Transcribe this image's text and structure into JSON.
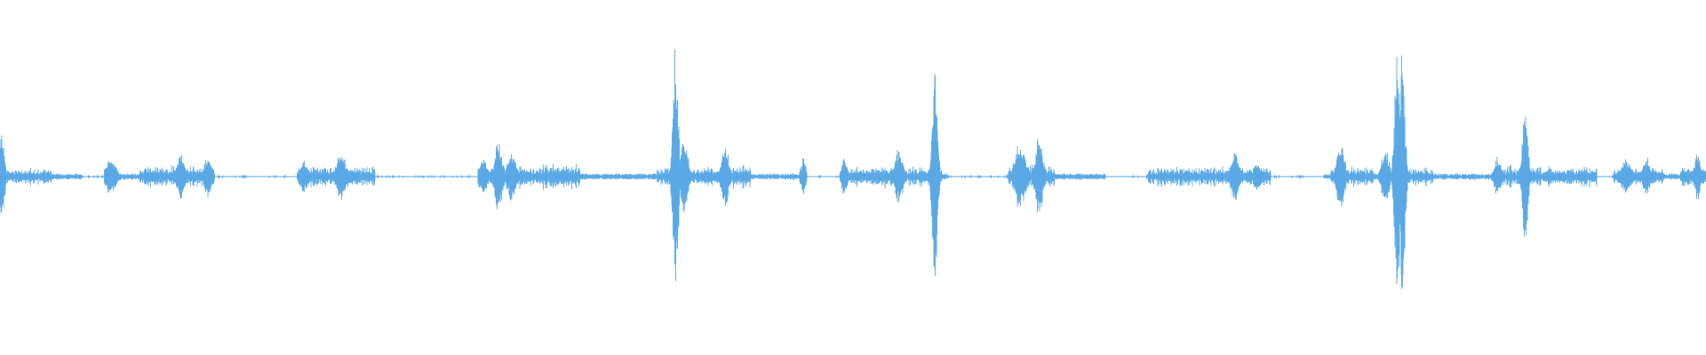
{
  "waveform": {
    "color": "#5aa9e6",
    "background": "#ffffff",
    "silence_gaps": [
      {
        "start": 0.048,
        "end": 0.061
      },
      {
        "start": 0.126,
        "end": 0.174
      },
      {
        "start": 0.22,
        "end": 0.28
      },
      {
        "start": 0.473,
        "end": 0.492
      },
      {
        "start": 0.556,
        "end": 0.59
      },
      {
        "start": 0.648,
        "end": 0.672
      },
      {
        "start": 0.745,
        "end": 0.776
      },
      {
        "start": 0.936,
        "end": 0.945
      }
    ],
    "activity_regions": [
      {
        "start": 0.0,
        "end": 0.03,
        "level": 0.22
      },
      {
        "start": 0.062,
        "end": 0.07,
        "level": 0.16
      },
      {
        "start": 0.082,
        "end": 0.125,
        "level": 0.35
      },
      {
        "start": 0.175,
        "end": 0.22,
        "level": 0.3
      },
      {
        "start": 0.281,
        "end": 0.34,
        "level": 0.42
      },
      {
        "start": 0.385,
        "end": 0.44,
        "level": 0.32
      },
      {
        "start": 0.493,
        "end": 0.552,
        "level": 0.28
      },
      {
        "start": 0.591,
        "end": 0.618,
        "level": 0.4
      },
      {
        "start": 0.673,
        "end": 0.745,
        "level": 0.28
      },
      {
        "start": 0.78,
        "end": 0.805,
        "level": 0.3
      },
      {
        "start": 0.818,
        "end": 0.84,
        "level": 0.25
      },
      {
        "start": 0.88,
        "end": 0.936,
        "level": 0.3
      },
      {
        "start": 0.946,
        "end": 0.975,
        "level": 0.24
      },
      {
        "start": 0.985,
        "end": 1.0,
        "level": 0.4
      }
    ],
    "transients": [
      {
        "pos": 0.001,
        "amp": 0.38,
        "width": 0.002
      },
      {
        "pos": 0.065,
        "amp": 0.14,
        "width": 0.004
      },
      {
        "pos": 0.106,
        "amp": 0.18,
        "width": 0.003
      },
      {
        "pos": 0.122,
        "amp": 0.16,
        "width": 0.003
      },
      {
        "pos": 0.178,
        "amp": 0.14,
        "width": 0.003
      },
      {
        "pos": 0.2,
        "amp": 0.16,
        "width": 0.004
      },
      {
        "pos": 0.283,
        "amp": 0.14,
        "width": 0.003
      },
      {
        "pos": 0.292,
        "amp": 0.26,
        "width": 0.003
      },
      {
        "pos": 0.3,
        "amp": 0.18,
        "width": 0.003
      },
      {
        "pos": 0.396,
        "amp": 1.0,
        "width": 0.002
      },
      {
        "pos": 0.401,
        "amp": 0.26,
        "width": 0.003
      },
      {
        "pos": 0.425,
        "amp": 0.22,
        "width": 0.003
      },
      {
        "pos": 0.471,
        "amp": 0.14,
        "width": 0.002
      },
      {
        "pos": 0.495,
        "amp": 0.16,
        "width": 0.002
      },
      {
        "pos": 0.527,
        "amp": 0.2,
        "width": 0.003
      },
      {
        "pos": 0.548,
        "amp": 0.82,
        "width": 0.002
      },
      {
        "pos": 0.598,
        "amp": 0.26,
        "width": 0.004
      },
      {
        "pos": 0.609,
        "amp": 0.3,
        "width": 0.003
      },
      {
        "pos": 0.724,
        "amp": 0.2,
        "width": 0.003
      },
      {
        "pos": 0.737,
        "amp": 0.12,
        "width": 0.003
      },
      {
        "pos": 0.786,
        "amp": 0.26,
        "width": 0.003
      },
      {
        "pos": 0.812,
        "amp": 0.2,
        "width": 0.003
      },
      {
        "pos": 0.819,
        "amp": 1.0,
        "width": 0.002
      },
      {
        "pos": 0.822,
        "amp": 0.95,
        "width": 0.002
      },
      {
        "pos": 0.878,
        "amp": 0.14,
        "width": 0.003
      },
      {
        "pos": 0.894,
        "amp": 0.56,
        "width": 0.002
      },
      {
        "pos": 0.953,
        "amp": 0.14,
        "width": 0.004
      },
      {
        "pos": 0.965,
        "amp": 0.14,
        "width": 0.003
      },
      {
        "pos": 0.995,
        "amp": 0.2,
        "width": 0.002
      }
    ],
    "base_noise": 0.018,
    "seed": 73
  }
}
